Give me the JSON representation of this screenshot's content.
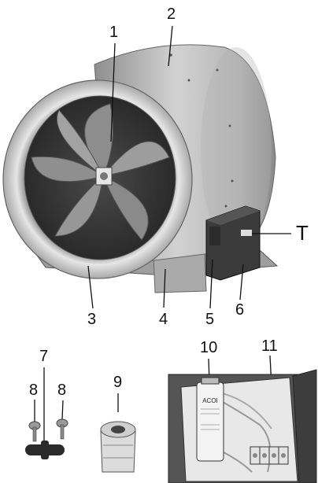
{
  "labels": {
    "fan_blades": "1",
    "housing": "2",
    "inlet_ring": "3",
    "mounting_bracket": "4",
    "terminal_box": "5",
    "box_bracket": "6",
    "T": "T",
    "wall_bracket": "7",
    "screw_left": "8",
    "screw_right": "8",
    "cable_gland": "9",
    "capacitor": "10",
    "terminal_block": "11"
  },
  "capacitor_print": "ACOI",
  "colors": {
    "housing": "#b9b9b9",
    "ring": "#d6d6d6",
    "box": "#3a3a3a",
    "ink": "#111111"
  },
  "icons": [
    "fan-icon",
    "screw-icon",
    "cable-gland-icon",
    "capacitor-icon",
    "terminal-block-icon"
  ]
}
